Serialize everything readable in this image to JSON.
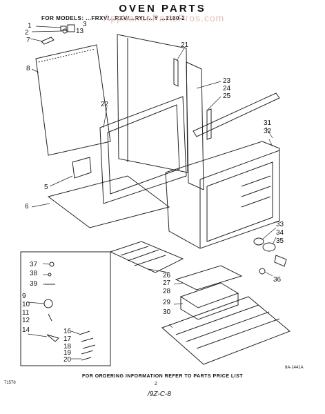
{
  "title": "OVEN PARTS",
  "subtitle": "FOR MODELS: ...FRXV/...RXV/...RYL/...Y ...2160-2",
  "watermark": "AppliancePartsPros.com",
  "footer_note": "FOR ORDERING INFORMATION REFER TO PARTS PRICE LIST",
  "page_number": "2",
  "drawing_code": "8A-1441A",
  "left_code": "71578",
  "handwritten": "/9Z-C-8",
  "labels": {
    "p1": "1",
    "p2": "2",
    "p3": "3",
    "p5": "5",
    "p6": "6",
    "p7": "7",
    "p8": "8",
    "p9": "9",
    "p10": "10",
    "p11": "11",
    "p12": "12",
    "p13": "13",
    "p14": "14",
    "p16": "16",
    "p17": "17",
    "p18": "18",
    "p19": "19",
    "p20": "20",
    "p21": "21",
    "p22": "22",
    "p23": "23",
    "p24": "24",
    "p25": "25",
    "p26": "26",
    "p27": "27",
    "p28": "28",
    "p29": "29",
    "p30": "30",
    "p31": "31",
    "p32": "32",
    "p33": "33",
    "p34": "34",
    "p35": "35",
    "p36": "36",
    "p37": "37",
    "p38": "38",
    "p39": "39"
  }
}
